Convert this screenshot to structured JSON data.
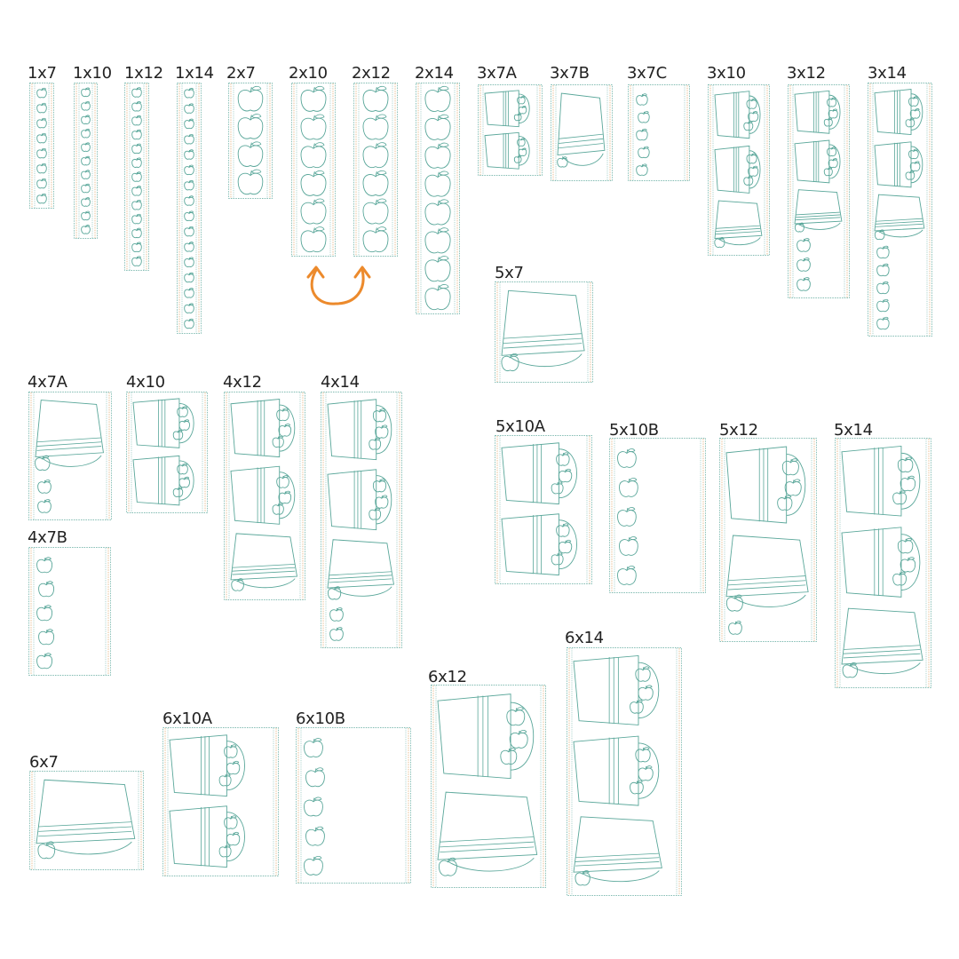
{
  "colors": {
    "stitch": "#5aa79a",
    "accent": "#e3b07a",
    "arrow": "#ec8a2c",
    "label": "#222222"
  },
  "designs": [
    {
      "id": "d1x7",
      "label": "1x7",
      "kind": "apples-chain",
      "apples": 8
    },
    {
      "id": "d1x10",
      "label": "1x10",
      "kind": "apples-chain",
      "apples": 11
    },
    {
      "id": "d1x12",
      "label": "1x12",
      "kind": "apples-chain",
      "apples": 13
    },
    {
      "id": "d1x14",
      "label": "1x14",
      "kind": "apples-chain",
      "apples": 16
    },
    {
      "id": "d2x7",
      "label": "2x7",
      "kind": "apples-chain",
      "apples": 4
    },
    {
      "id": "d2x10",
      "label": "2x10",
      "kind": "apples-chain",
      "apples": 6
    },
    {
      "id": "d2x12",
      "label": "2x12",
      "kind": "apples-chain",
      "apples": 6
    },
    {
      "id": "d2x14",
      "label": "2x14",
      "kind": "apples-chain",
      "apples": 8
    },
    {
      "id": "d3x7A",
      "label": "3x7A",
      "kind": "buckets",
      "items": [
        "bucket",
        "bucket"
      ]
    },
    {
      "id": "d3x7B",
      "label": "3x7B",
      "kind": "buckets",
      "items": [
        "tipped"
      ]
    },
    {
      "id": "d3x7C",
      "label": "3x7C",
      "kind": "apples-loose",
      "apples": 5
    },
    {
      "id": "d3x10",
      "label": "3x10",
      "kind": "buckets",
      "items": [
        "bucket",
        "bucket",
        "tipped"
      ]
    },
    {
      "id": "d3x12",
      "label": "3x12",
      "kind": "buckets",
      "items": [
        "bucket",
        "bucket",
        "tipped"
      ],
      "extra_apples": 3
    },
    {
      "id": "d3x14",
      "label": "3x14",
      "kind": "buckets",
      "items": [
        "bucket",
        "bucket",
        "tipped"
      ],
      "extra_apples": 5
    },
    {
      "id": "d5x7",
      "label": "5x7",
      "kind": "buckets",
      "items": [
        "tipped"
      ]
    },
    {
      "id": "d4x7A",
      "label": "4x7A",
      "kind": "buckets",
      "items": [
        "tipped"
      ],
      "extra_apples": 2
    },
    {
      "id": "d4x10",
      "label": "4x10",
      "kind": "buckets",
      "items": [
        "bucket",
        "bucket"
      ]
    },
    {
      "id": "d4x12",
      "label": "4x12",
      "kind": "buckets",
      "items": [
        "bucket",
        "bucket",
        "tipped"
      ]
    },
    {
      "id": "d4x14",
      "label": "4x14",
      "kind": "buckets",
      "items": [
        "bucket",
        "bucket",
        "tipped"
      ],
      "extra_apples": 2
    },
    {
      "id": "d4x7B",
      "label": "4x7B",
      "kind": "apples-loose",
      "apples": 5
    },
    {
      "id": "d5x10A",
      "label": "5x10A",
      "kind": "buckets",
      "items": [
        "bucket",
        "bucket"
      ]
    },
    {
      "id": "d5x10B",
      "label": "5x10B",
      "kind": "apples-loose",
      "apples": 5
    },
    {
      "id": "d5x12",
      "label": "5x12",
      "kind": "buckets",
      "items": [
        "bucket",
        "tipped"
      ],
      "extra_apples": 1
    },
    {
      "id": "d5x14",
      "label": "5x14",
      "kind": "buckets",
      "items": [
        "bucket",
        "bucket",
        "tipped"
      ]
    },
    {
      "id": "d6x7",
      "label": "6x7",
      "kind": "buckets",
      "items": [
        "tipped"
      ]
    },
    {
      "id": "d6x10A",
      "label": "6x10A",
      "kind": "buckets",
      "items": [
        "bucket",
        "bucket"
      ]
    },
    {
      "id": "d6x10B",
      "label": "6x10B",
      "kind": "apples-loose",
      "apples": 5
    },
    {
      "id": "d6x12",
      "label": "6x12",
      "kind": "buckets",
      "items": [
        "bucket",
        "tipped"
      ]
    },
    {
      "id": "d6x14",
      "label": "6x14",
      "kind": "buckets",
      "items": [
        "bucket",
        "bucket",
        "tipped"
      ]
    }
  ],
  "arrow": {
    "between": [
      "2x10",
      "2x12"
    ],
    "icon": "curved-double-arrow-icon"
  }
}
